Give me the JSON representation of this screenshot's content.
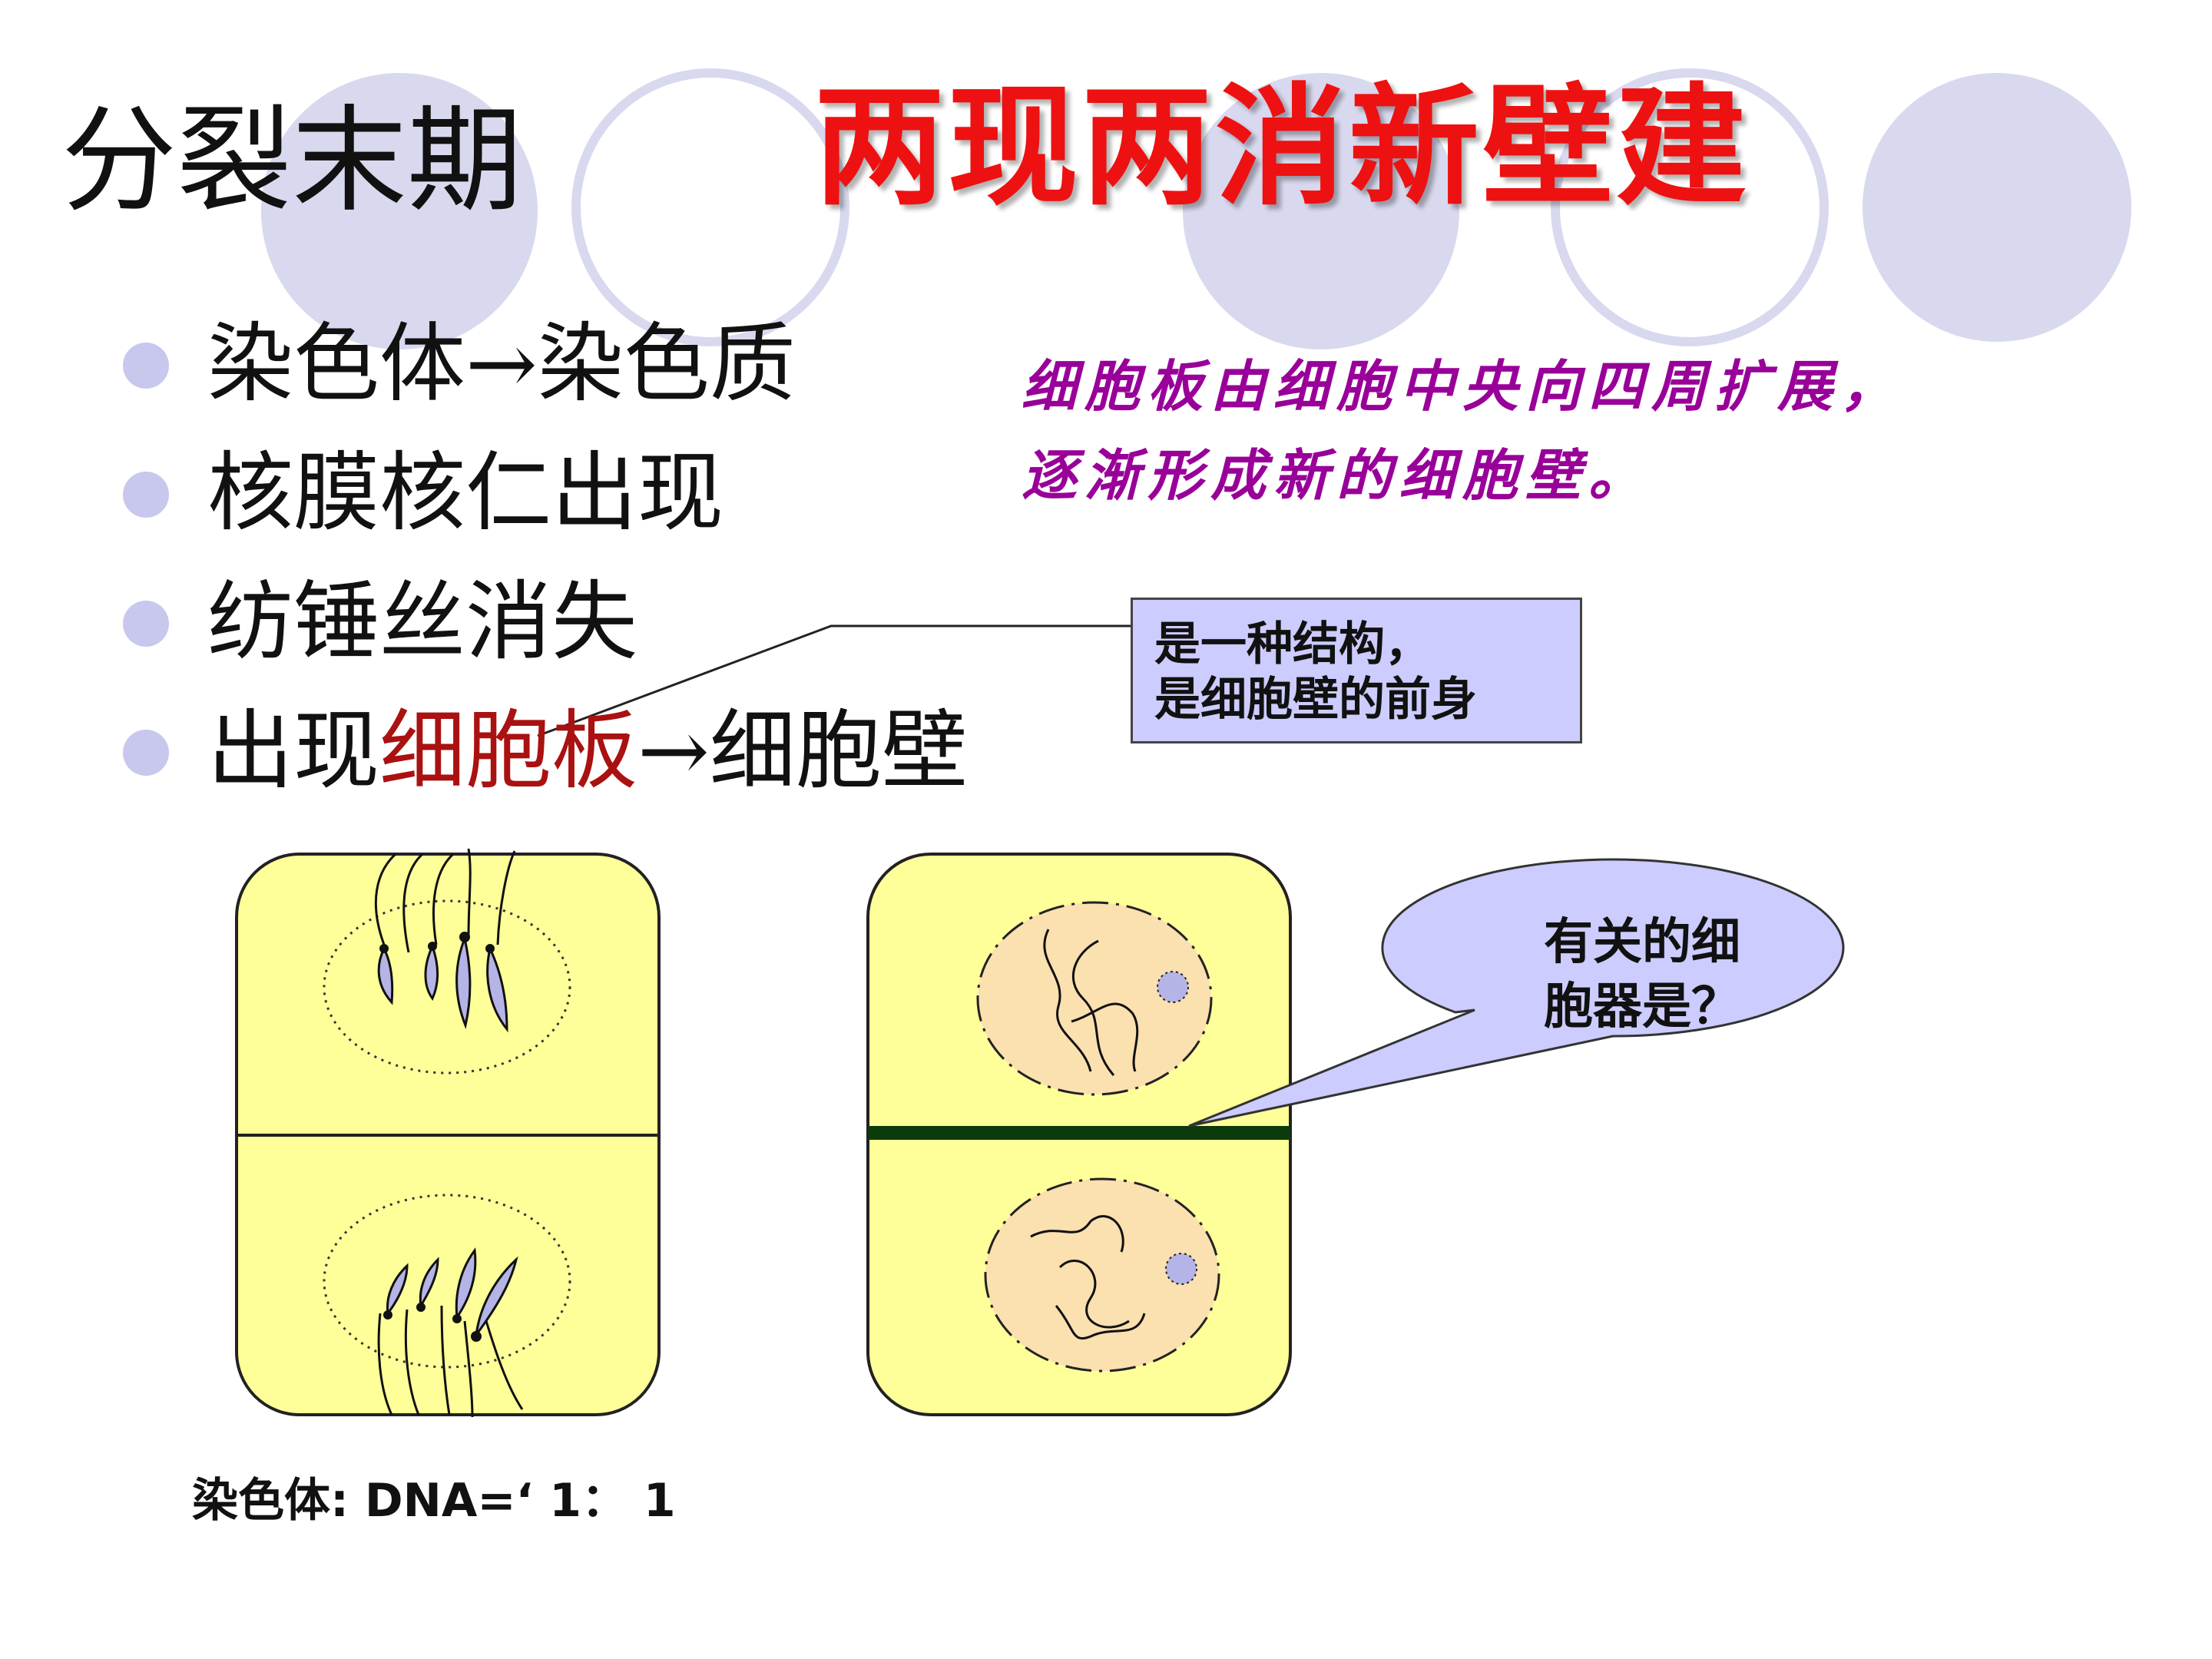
{
  "slide": {
    "title": "分裂末期",
    "headline": "两现两消新壁建"
  },
  "bullets": [
    {
      "text": "染色体→染色质"
    },
    {
      "text": "核膜核仁出现"
    },
    {
      "text": "纺锤丝消失"
    },
    {
      "pre": "出现",
      "highlight": "细胞板",
      "post": "→细胞壁"
    }
  ],
  "note": {
    "line1": "细胞板由细胞中央向四周扩展，",
    "line2": "逐渐形成新的细胞壁。"
  },
  "callout": {
    "line1": "是一种结构，",
    "line2": "是细胞壁的前身"
  },
  "bubble": {
    "line1": "有关的细",
    "line2": "胞器是？"
  },
  "ratio": {
    "text": "染色体: DNA=‘ 1： 1"
  },
  "colors": {
    "cell_fill": "#ffff99",
    "nucleus_fill": "#fbe0b0",
    "chromatid_fill": "#b4b4e6",
    "cell_plate": "#0b3a0b",
    "deco_circle": "#d8d8ee",
    "headline": "#ee1111",
    "note": "#990099"
  }
}
